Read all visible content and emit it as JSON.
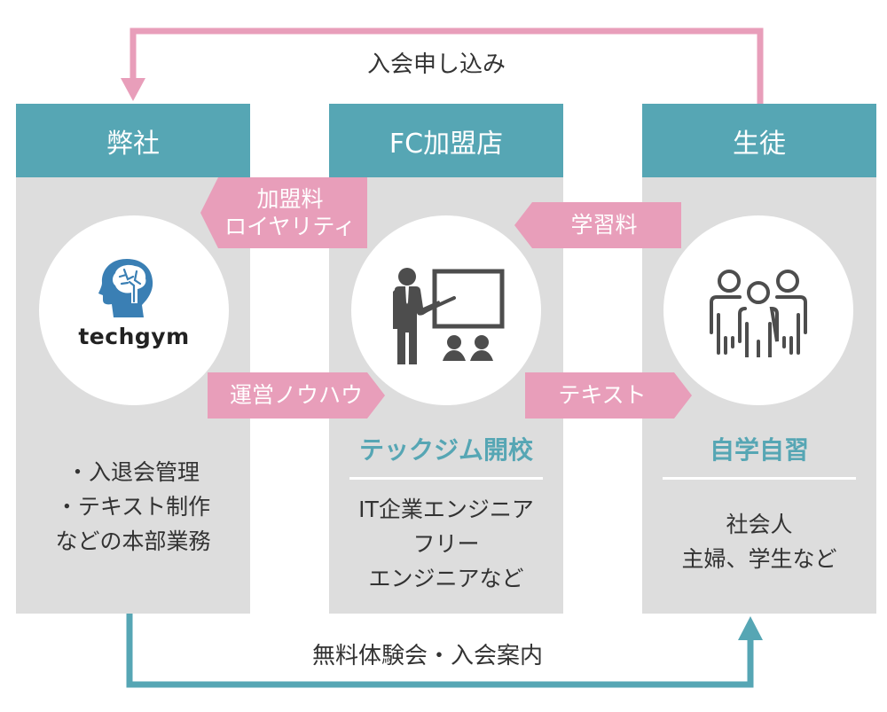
{
  "flows": {
    "top": {
      "label": "入会申し込み",
      "color": "#e89eba",
      "direction": "生徒 → 弊社"
    },
    "bottom": {
      "label": "無料体験会・入会案内",
      "color": "#56a6b4",
      "direction": "弊社 → 生徒"
    }
  },
  "columns": [
    {
      "title": "弊社",
      "icon": "techgym-brain-logo-icon",
      "logo_text": "techgym",
      "lines": [
        "・入退会管理",
        "・テキスト制作",
        "などの本部業務"
      ]
    },
    {
      "title": "FC加盟店",
      "icon": "teacher-whiteboard-icon",
      "subtitle": "テックジム開校",
      "lines": [
        "IT企業エンジニア",
        "フリー",
        "エンジニアなど"
      ]
    },
    {
      "title": "生徒",
      "icon": "group-people-icon",
      "subtitle": "自学自習",
      "lines": [
        "社会人",
        "主婦、学生など"
      ]
    }
  ],
  "tags": {
    "royalty": {
      "lines": [
        "加盟料",
        "ロイヤリティ"
      ],
      "direction": "left"
    },
    "knowhow": {
      "label": "運営ノウハウ",
      "direction": "right"
    },
    "tuition": {
      "label": "学習料",
      "direction": "left"
    },
    "text": {
      "label": "テキスト",
      "direction": "right"
    }
  },
  "colors": {
    "header": "#56a6b4",
    "panel": "#dddddd",
    "tag": "#e89eba",
    "icon_dark": "#4d4d4d",
    "logo_blue": "#3a7fb4"
  }
}
